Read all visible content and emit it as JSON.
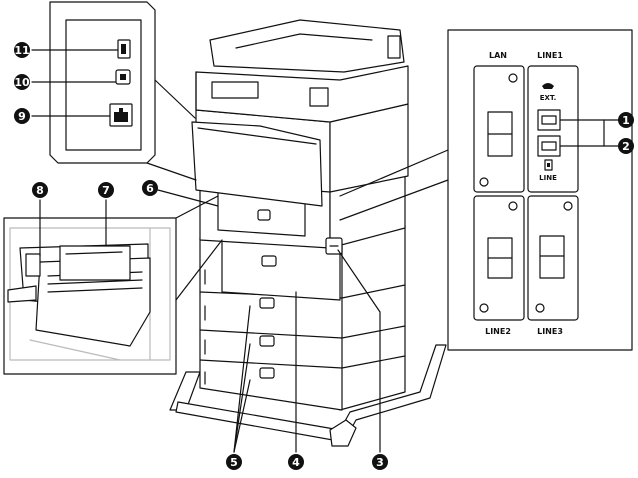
{
  "callouts": [
    {
      "id": "1",
      "label": "1"
    },
    {
      "id": "2",
      "label": "2"
    },
    {
      "id": "3",
      "label": "3"
    },
    {
      "id": "4",
      "label": "4"
    },
    {
      "id": "5",
      "label": "5"
    },
    {
      "id": "6",
      "label": "6"
    },
    {
      "id": "7",
      "label": "7"
    },
    {
      "id": "8",
      "label": "8"
    },
    {
      "id": "9",
      "label": "9"
    },
    {
      "id": "10",
      "label": "10"
    },
    {
      "id": "11",
      "label": "11"
    }
  ],
  "fax_panel": {
    "top_labels": {
      "lan": "LAN",
      "line1": "LINE1"
    },
    "ext_label": "EXT.",
    "line_label": "LINE",
    "bottom_labels": {
      "line2": "LINE2",
      "line3": "LINE3"
    }
  },
  "icons": [
    "usb-a-port-icon",
    "usb-b-port-icon",
    "ethernet-port-icon",
    "telephone-icon",
    "phone-jack-icon"
  ],
  "colors": {
    "line": "#111111",
    "fill": "#ffffff",
    "callout": "#111111",
    "shadow": "#dddddd"
  }
}
